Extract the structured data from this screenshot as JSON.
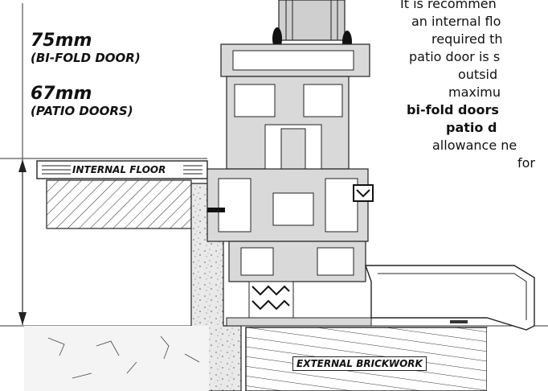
{
  "labels": {
    "dim1_value": "75mm",
    "dim1_caption": "(BI-FOLD DOOR)",
    "dim2_value": "67mm",
    "dim2_caption": "(PATIO DOORS)",
    "internal_floor": "INTERNAL FLOOR",
    "external_brickwork": "EXTERNAL BRICKWORK"
  },
  "paragraph": {
    "line1": "It is recommen",
    "line2": "an internal flo",
    "line3": "required th",
    "line4": "patio door is s",
    "line5": "outsid",
    "line6": "maximu",
    "line7_bold": "bi-fold doors",
    "line8_bold": "patio d",
    "line9": "allowance ne",
    "line10": "for"
  },
  "colors": {
    "ink": "#111111",
    "frame_grey": "#d9d9d9",
    "glass_grey": "#cfcfcf"
  }
}
